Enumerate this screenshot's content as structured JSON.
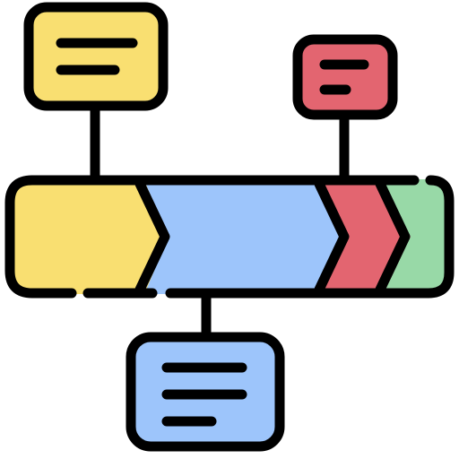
{
  "icon": {
    "name": "timeline-chart-icon",
    "colors": {
      "stroke": "#000000",
      "yellow": "#F9DF71",
      "blue": "#9DC5FB",
      "red": "#E36570",
      "green": "#98D9A7",
      "background": "#FFFFFF"
    },
    "segments": [
      "yellow",
      "blue",
      "red",
      "green"
    ],
    "notes": [
      {
        "color": "yellow",
        "lines": 2
      },
      {
        "color": "red",
        "lines": 2
      },
      {
        "color": "blue",
        "lines": 3
      }
    ]
  }
}
